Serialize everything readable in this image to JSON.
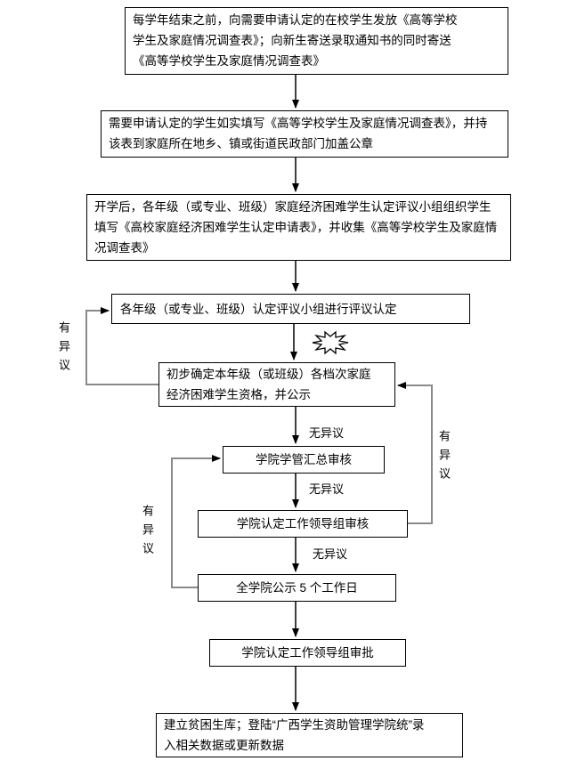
{
  "boxes": [
    {
      "name": "issue-survey-forms",
      "text": "每学年结束之前，向需要申请认定的在校学生发放《高等学校\n学生及家庭情况调查表》；向新生寄送录取通知书的同时寄送\n《高等学校学生及家庭情况调查表》"
    },
    {
      "name": "student-fill-form-and-stamp",
      "text": "需要申请认定的学生如实填写《高等学校学生及家庭情况调查表》，并持\n该表到家庭所在地乡、镇或街道民政部门加盖公章"
    },
    {
      "name": "group-collect-application-forms",
      "text": "开学后，各年级（或专业、班级）家庭经济困难学生认定评议小组组织学生\n填写《高校家庭经济困难学生认定申请表》，并收集《高等学校学生及家庭情\n况调查表》"
    },
    {
      "name": "review-group-evaluation",
      "text": "各年级（或专业、班级）认定评议小组进行评议认定"
    },
    {
      "name": "preliminary-determination-publicity",
      "text": "初步确定本年级（或班级）各档次家庭\n经济困难学生资格，并公示"
    },
    {
      "name": "college-student-affairs-summary-review",
      "text": "学院学管汇总审核"
    },
    {
      "name": "leading-group-review",
      "text": "学院认定工作领导组审核"
    },
    {
      "name": "college-wide-publicity",
      "text": "全学院公示 5 个工作日"
    },
    {
      "name": "leading-group-approval",
      "text": "学院认定工作领导组审批"
    },
    {
      "name": "build-database-update-data",
      "text": "建立贫困生库；登陆“广西学生资助管理学院统”录\n入相关数据或更新数据"
    }
  ],
  "edge_labels": {
    "no_objection": "无异议",
    "objection": "有异议"
  },
  "colors": {
    "background": "#ffffff",
    "box_border": "#000000",
    "text": "#000000",
    "flow_line": "#000000",
    "feedback_line": "#8a8a8a",
    "arrowhead": "#000000"
  }
}
